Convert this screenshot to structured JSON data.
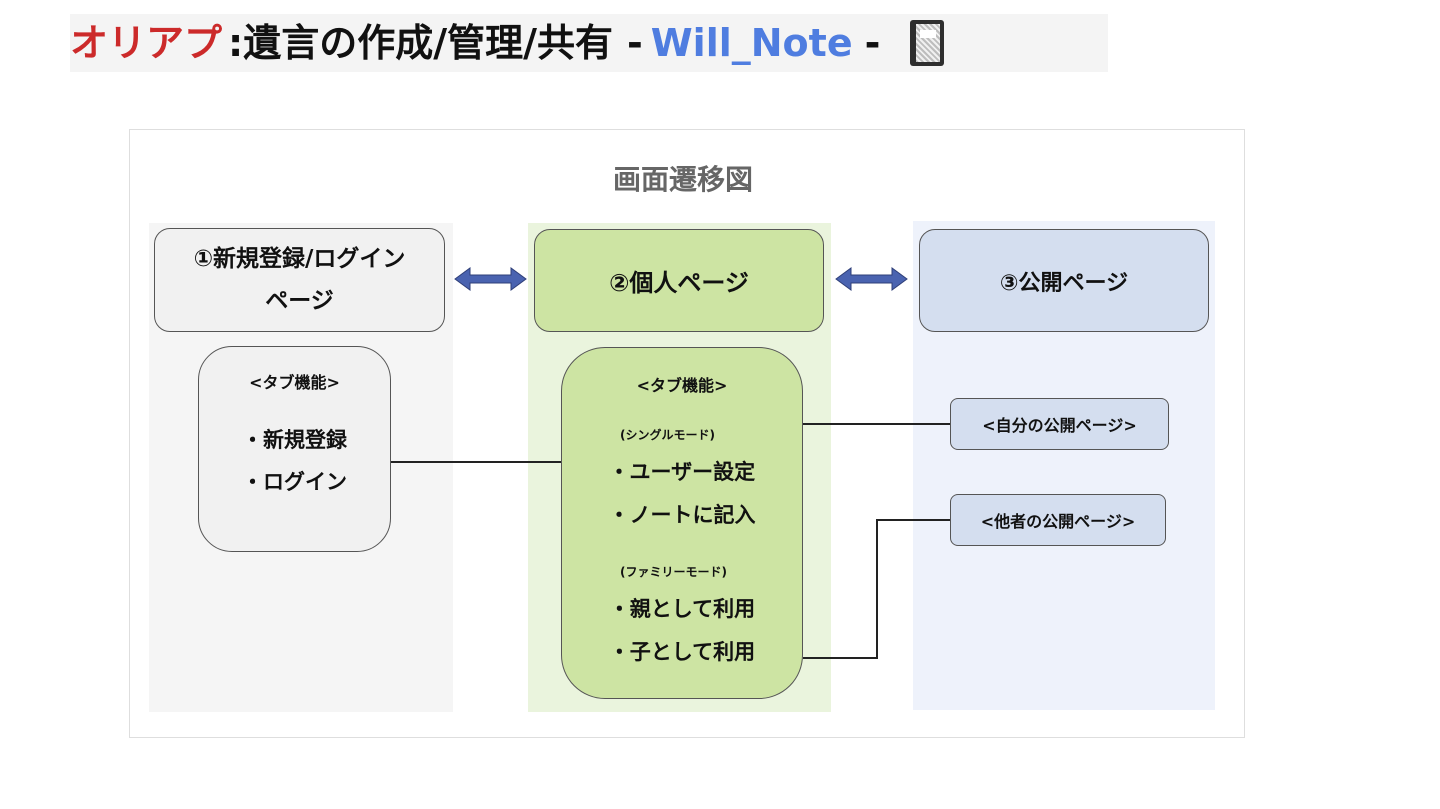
{
  "header": {
    "app_label": "オリアプ",
    "main_title": ":遺言の作成/管理/共有",
    "separator": "-",
    "product_name": "Will_Note",
    "separator2": "-",
    "icon": "notebook-icon"
  },
  "diagram": {
    "title": "画面遷移図",
    "page1": {
      "line1": "①新規登録/ログイン",
      "line2": "ページ"
    },
    "page2": {
      "label": "②個人ページ"
    },
    "page3": {
      "label": "③公開ページ"
    },
    "tab1": {
      "heading": "<タブ機能>",
      "items": [
        "・新規登録",
        "・ログイン"
      ]
    },
    "tab2": {
      "heading": "<タブ機能>",
      "single_mode": "(シングルモード)",
      "single_items": [
        "・ユーザー設定",
        "・ノートに記入"
      ],
      "family_mode": "(ファミリーモード)",
      "family_items": [
        "・親として利用",
        "・子として利用"
      ]
    },
    "public_own": "<自分の公開ページ>",
    "public_others": "<他者の公開ページ>",
    "colors": {
      "grey_column": "#f5f5f5",
      "green_column": "#eaf4dd",
      "blue_column": "#eef2fb",
      "green_box": "#cde4a3",
      "blue_box": "#d4deef",
      "arrow": "#4a63b0",
      "app_label": "#cc2a2a",
      "product_name": "#4f7de0"
    }
  }
}
